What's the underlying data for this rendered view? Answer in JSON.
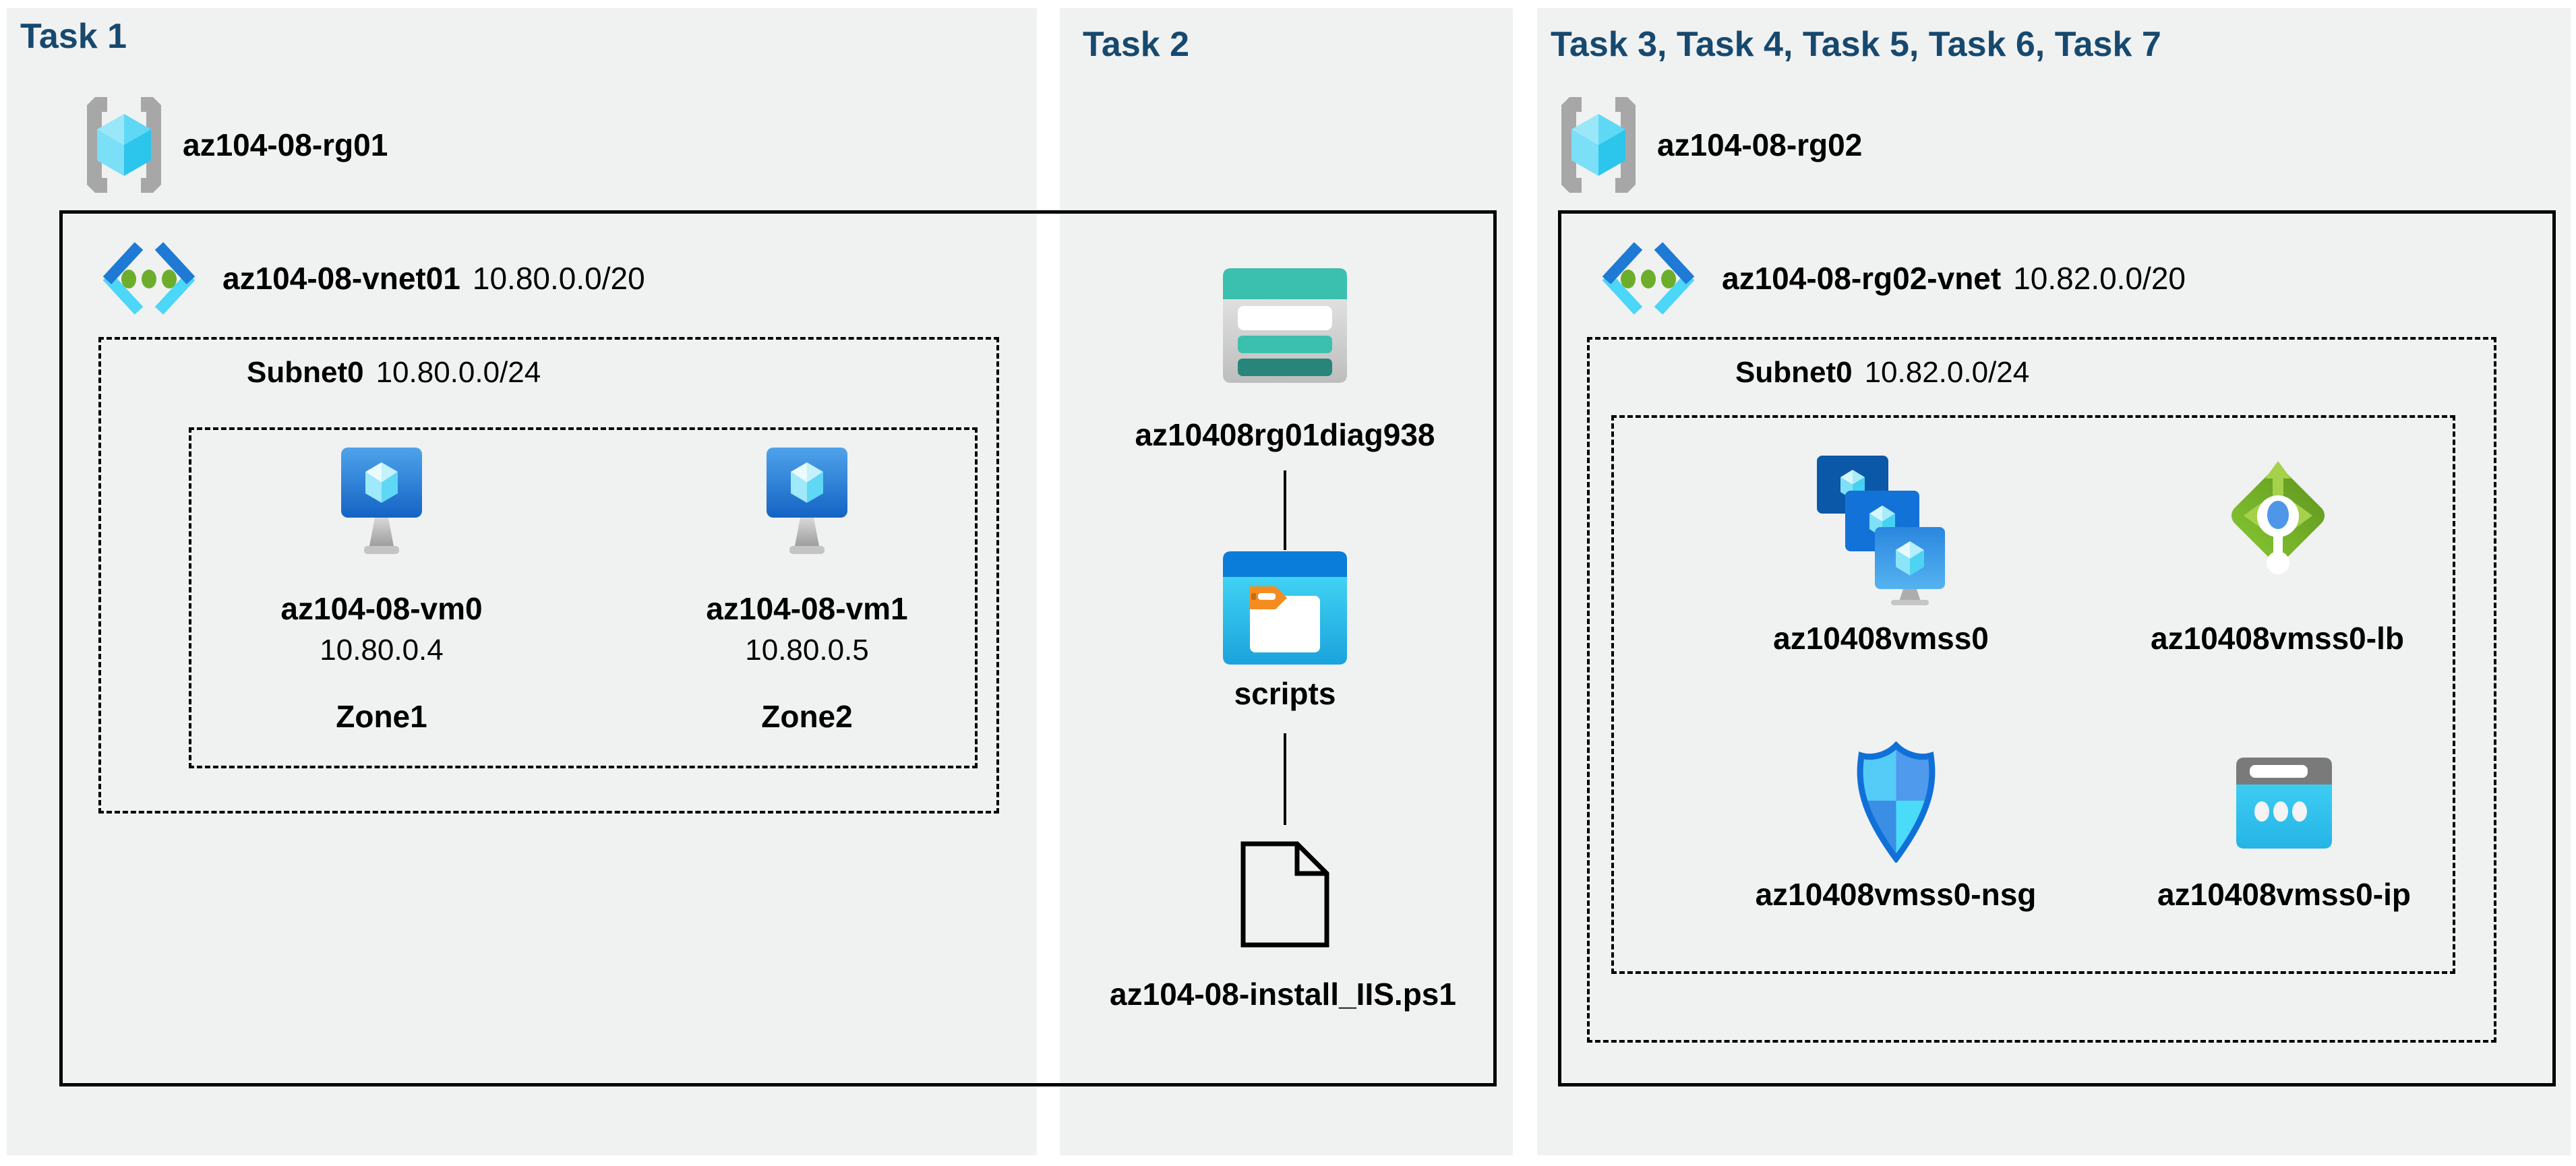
{
  "page": {
    "background": "#FFFFFF",
    "panel_background": "#F0F1F1",
    "task_header_color": "#17496F",
    "box_border_color": "#000000"
  },
  "icons": {
    "resource_group": "brackets-with-cyan-cube",
    "virtual_network": "blue-chevrons-green-dots",
    "virtual_machine": "blue-monitor-crystal",
    "storage_account": "teal-table-rows",
    "blob_container": "blue-window-folder",
    "script_file": "document-outline",
    "vm_scale_set": "stacked-blue-monitors",
    "load_balancer": "green-diamond-arrows",
    "network_security_group": "blue-shield",
    "public_ip": "cyan-browser-dots"
  },
  "task1": {
    "header": "Task 1",
    "rg_name": "az104-08-rg01",
    "vnet_name": "az104-08-vnet01",
    "vnet_cidr": "10.80.0.0/20",
    "subnet_name": "Subnet0",
    "subnet_cidr": "10.80.0.0/24",
    "vm0": {
      "name": "az104-08-vm0",
      "ip": "10.80.0.4",
      "zone": "Zone1"
    },
    "vm1": {
      "name": "az104-08-vm1",
      "ip": "10.80.0.5",
      "zone": "Zone2"
    }
  },
  "task2": {
    "header": "Task 2",
    "storage_account_name": "az10408rg01diag938",
    "container_name": "scripts",
    "script_file_name": "az104-08-install_IIS.ps1"
  },
  "task3": {
    "header": "Task 3, Task 4, Task 5, Task 6, Task 7",
    "rg_name": "az104-08-rg02",
    "vnet_name": "az104-08-rg02-vnet",
    "vnet_cidr": "10.82.0.0/20",
    "subnet_name": "Subnet0",
    "subnet_cidr": "10.82.0.0/24",
    "vmss_name": "az10408vmss0",
    "lb_name": "az10408vmss0-lb",
    "nsg_name": "az10408vmss0-nsg",
    "ip_name": "az10408vmss0-ip"
  }
}
